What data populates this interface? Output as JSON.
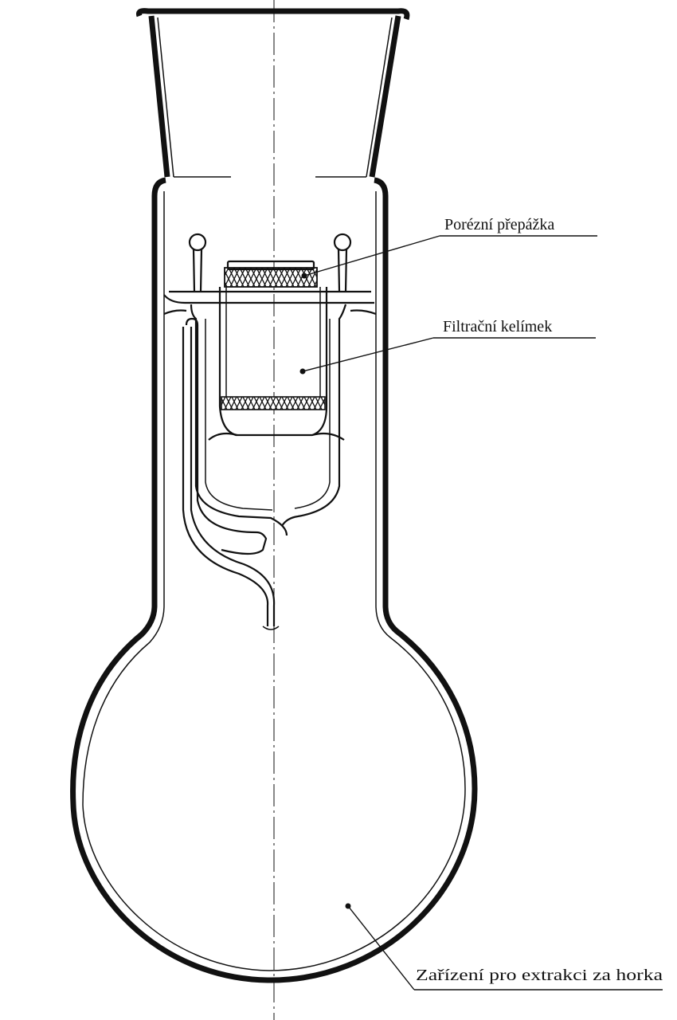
{
  "labels": {
    "porous_partition": "Porézní přepážka",
    "filter_crucible": "Filtrační kelímek",
    "apparatus": "Zařízení pro extrakci za horka"
  },
  "colors": {
    "ink": "#111111",
    "paper": "#ffffff"
  }
}
